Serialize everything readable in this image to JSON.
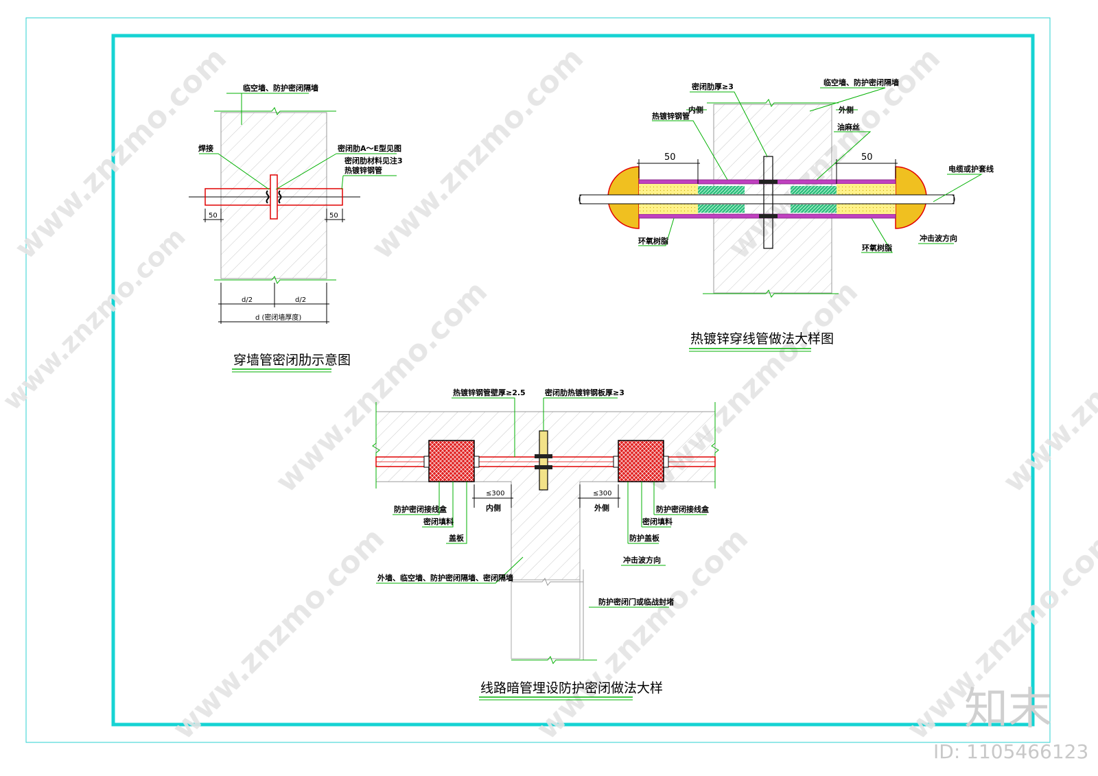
{
  "watermark": {
    "url": "www.znzmo.com",
    "brand": "知末",
    "id_text": "ID: 1105466123"
  },
  "colors": {
    "frame_cyan": "#16d3d3",
    "outer_border": "#2ad0d0",
    "leader_green": "#00b000",
    "pipe_red": "#e00000",
    "sealant_yellow": "#fff28a",
    "plug_orange": "#f0c020",
    "resin_purple": "#c040c0",
    "hemp_green": "#30c080",
    "box_red": "#e02020",
    "rib_yellow": "#f2e288"
  },
  "diagram1": {
    "title": "穿墙管密闭肋示意图",
    "wall_label": "临空墙、防护密闭隔墙",
    "weld_label": "焊接",
    "rib_type_label": "密闭肋A～E型见图",
    "rib_material_label": "密闭肋材料见注3",
    "pipe_label": "热镀锌钢管",
    "dim_left": "50",
    "dim_right": "50",
    "dim_half_left": "d/2",
    "dim_half_right": "d/2",
    "dim_total": "d (密闭墙厚度)"
  },
  "diagram2": {
    "title": "热镀锌穿线管做法大样图",
    "rib_thickness_label": "密闭肋厚≥3",
    "wall_label": "临空墙、防护密闭隔墙",
    "inside_label": "内侧",
    "outside_label": "外侧",
    "pipe_label": "热镀锌钢管",
    "hemp_label": "油麻丝",
    "cable_label": "电缆或护套线",
    "resin_left_label": "环氧树脂",
    "resin_right_label": "环氧树脂",
    "shockwave_label": "冲击波方向",
    "dim_left": "50",
    "dim_right": "50"
  },
  "diagram3": {
    "title": "线路暗管埋设防护密闭做法大样",
    "pipe_wall_label": "热镀锌钢管壁厚≥2.5",
    "rib_plate_label": "密闭肋热镀锌钢板厚≥3",
    "left_box_label": "防护密闭接线盒",
    "left_fill_label": "密闭填料",
    "left_cover_label": "盖板",
    "right_box_label": "防护密闭接线盒",
    "right_fill_label": "密闭填料",
    "right_cover_label": "防护盖板",
    "shockwave_label": "冲击波方向",
    "dim_left": "≤300",
    "dim_right": "≤300",
    "inside_label": "内侧",
    "outside_label": "外侧",
    "wall_types_label": "外墙、临空墙、防护密闭隔墙、密闭隔墙",
    "door_label": "防护密闭门或临战封堵"
  }
}
